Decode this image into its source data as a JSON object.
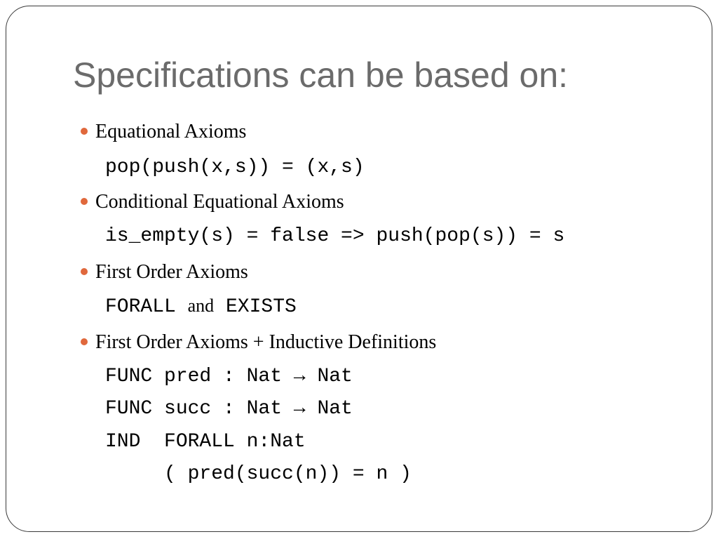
{
  "slide": {
    "title": "Specifications can be based on:",
    "accent_color": "#e0683c",
    "bullets": [
      {
        "label": "Equational Axioms",
        "code": [
          "pop(push(x,s)) = (x,s)"
        ]
      },
      {
        "label": "Conditional Equational Axioms",
        "code": [
          "is_empty(s) = false => push(pop(s)) = s"
        ]
      },
      {
        "label": "First Order Axioms",
        "code_parts": {
          "a": "FORALL",
          "joiner": "and",
          "b": "EXISTS"
        }
      },
      {
        "label": "First Order Axioms + Inductive Definitions",
        "code": [
          "FUNC pred : Nat → Nat",
          "FUNC succ : Nat → Nat",
          "IND  FORALL n:Nat",
          "     ( pred(succ(n)) = n )"
        ]
      }
    ]
  }
}
